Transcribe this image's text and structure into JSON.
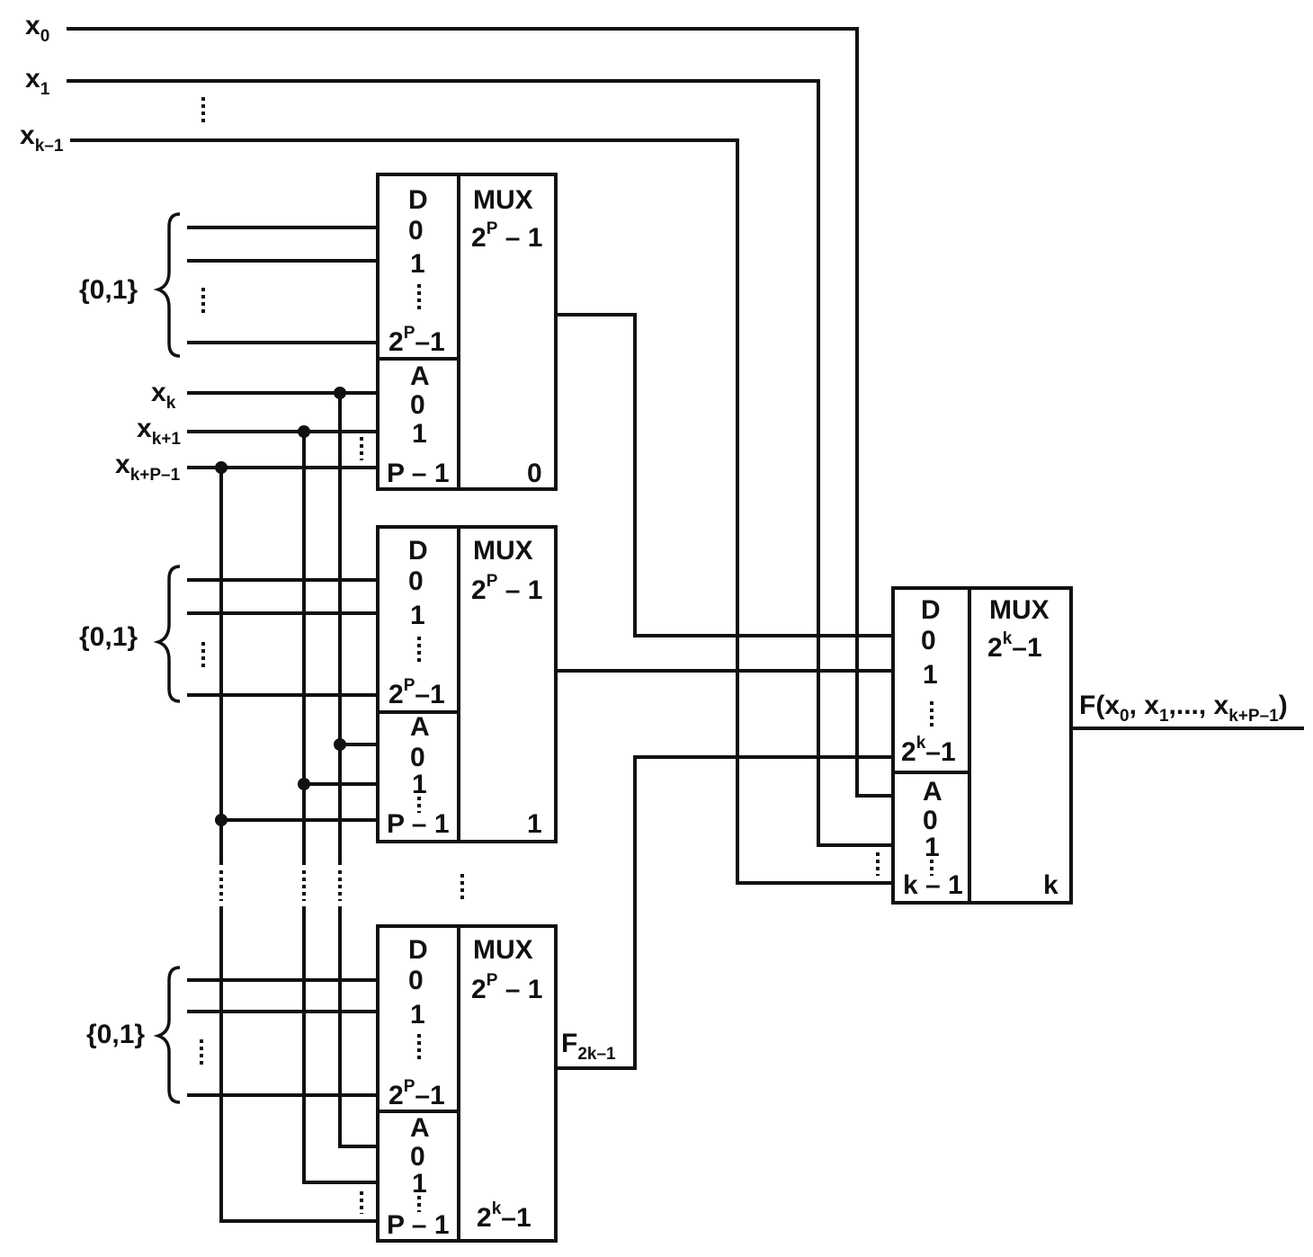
{
  "inputs": {
    "x0": {
      "base": "x",
      "sub": "0"
    },
    "x1": {
      "base": "x",
      "sub": "1"
    },
    "xk_minus_1": {
      "base": "x",
      "sub": "k–1"
    },
    "xk": {
      "base": "x",
      "sub": "k"
    },
    "xk_plus_1": {
      "base": "x",
      "sub": "k+1"
    },
    "xk_plus_p_minus_1": {
      "base": "x",
      "sub": "k+P–1"
    }
  },
  "constant_group_label": "{0,1}",
  "mux_small": {
    "title": "MUX",
    "size_base": "2",
    "size_exp": "P",
    "size_tail": " – 1",
    "data_label": "D",
    "data_first": "0",
    "data_second": "1",
    "data_last_base": "2",
    "data_last_exp": "P",
    "data_last_tail": "–1",
    "addr_label": "A",
    "addr_first": "0",
    "addr_second": "1",
    "addr_last": "P – 1"
  },
  "mux_instances": [
    {
      "index_label": "0"
    },
    {
      "index_label": "1"
    },
    {
      "index_base": "2",
      "index_exp": "k",
      "index_tail": "–1"
    }
  ],
  "last_mux_output": {
    "base": "F",
    "sub": "2k–1"
  },
  "mux_final": {
    "title": "MUX",
    "size_base": "2",
    "size_exp": "k",
    "size_tail": "–1",
    "data_label": "D",
    "data_first": "0",
    "data_second": "1",
    "data_last_base": "2",
    "data_last_exp": "k",
    "data_last_tail": "–1",
    "addr_label": "A",
    "addr_first": "0",
    "addr_second": "1",
    "addr_last": "k – 1",
    "index_label": "k"
  },
  "output": {
    "prefix": "F(",
    "arg0": "x",
    "arg0_sub": "0",
    "sep1": ", ",
    "arg1": "x",
    "arg1_sub": "1",
    "ellipsis": ",..., ",
    "arg_last": "x",
    "arg_last_sub": "k+P–1",
    "suffix": ")"
  }
}
